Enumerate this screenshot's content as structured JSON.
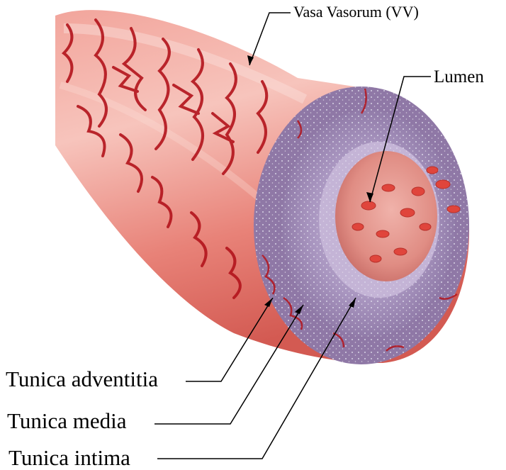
{
  "labels": {
    "vasa_vasorum": "Vasa Vasorum (VV)",
    "lumen": "Lumen",
    "tunica_adventitia": "Tunica adventitia",
    "tunica_media": "Tunica media",
    "tunica_intima": "Tunica intima"
  },
  "colors": {
    "vessel_outer": "#e8847c",
    "vessel_highlight": "#f6c7c0",
    "vasa_vasorum": "#b3141c",
    "adventitia": "#8f78a6",
    "media": "#a894c0",
    "intima": "#c4b4d6",
    "lumen": "#e3968d",
    "red_cell": "#e0453c",
    "leader_line": "#000000"
  }
}
